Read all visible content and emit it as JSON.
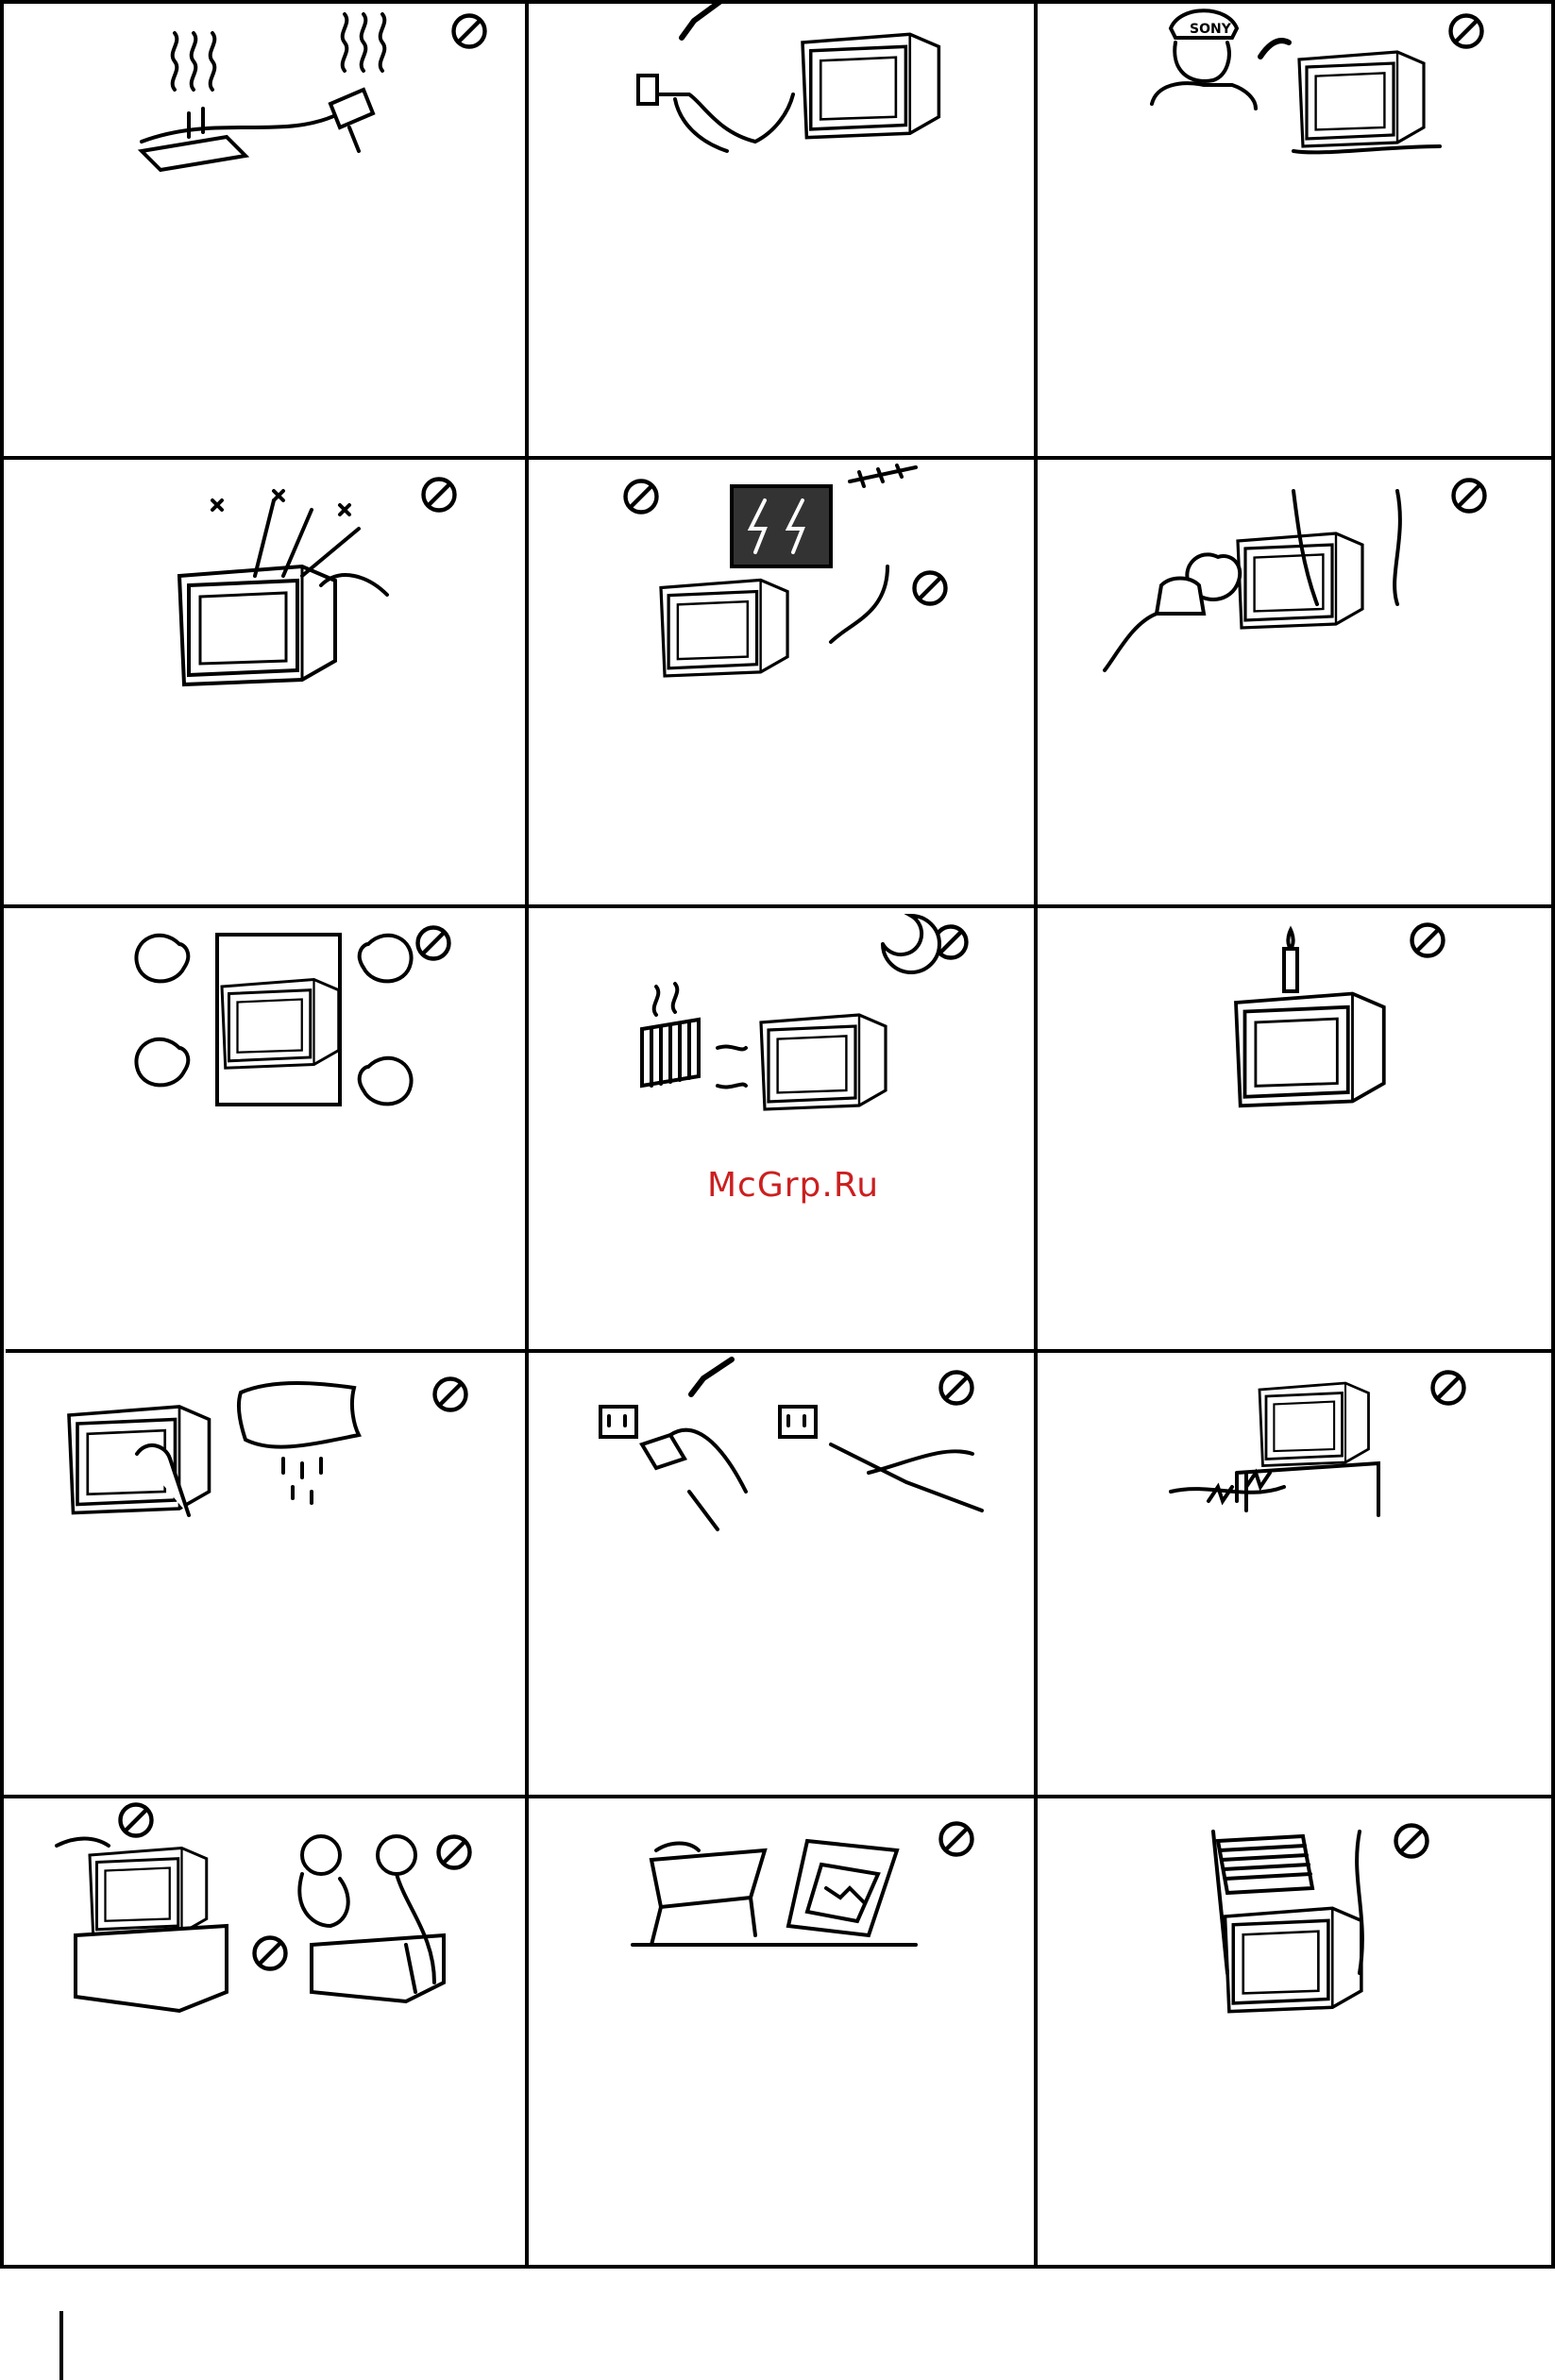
{
  "watermark": "McGrp.Ru",
  "icons": {
    "prohibited": "prohibited-icon",
    "allowed": "checkmark-icon"
  },
  "panels": [
    {
      "id": "overloaded-outlets",
      "mark": "prohibited"
    },
    {
      "id": "unplug-by-plug",
      "mark": "allowed"
    },
    {
      "id": "call-service-if-liquid",
      "mark": "prohibited"
    },
    {
      "id": "objects-in-openings",
      "mark": "prohibited"
    },
    {
      "id": "lightning-storm",
      "mark": "prohibited"
    },
    {
      "id": "humidity-steam",
      "mark": "prohibited"
    },
    {
      "id": "blocked-ventilation",
      "mark": "prohibited"
    },
    {
      "id": "heat-sunlight",
      "mark": "prohibited"
    },
    {
      "id": "candle-on-top",
      "mark": "prohibited"
    },
    {
      "id": "wet-cleaning",
      "mark": "prohibited"
    },
    {
      "id": "plug-handling",
      "mark": "mixed"
    },
    {
      "id": "damaged-cord",
      "mark": "prohibited"
    },
    {
      "id": "climbing-on-tv",
      "mark": "prohibited"
    },
    {
      "id": "unstable-stand",
      "mark": "prohibited"
    },
    {
      "id": "objects-on-top",
      "mark": "prohibited"
    }
  ]
}
